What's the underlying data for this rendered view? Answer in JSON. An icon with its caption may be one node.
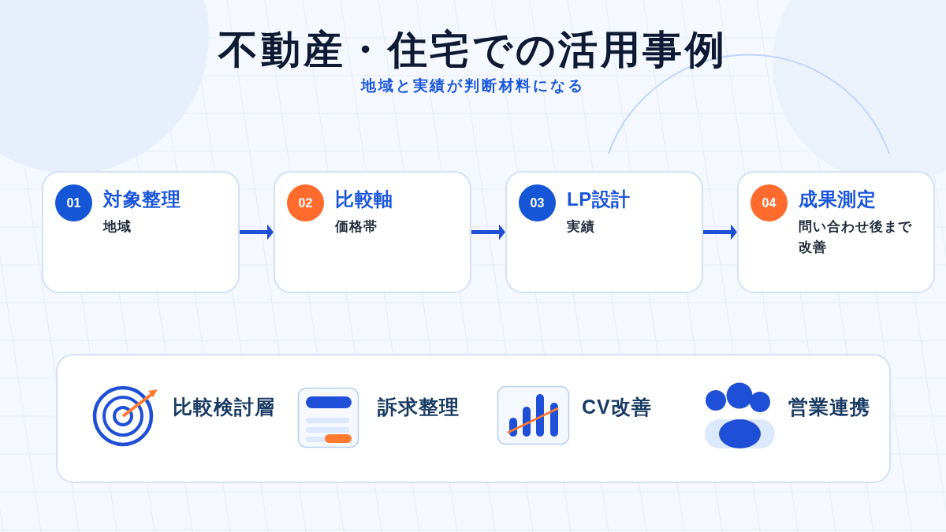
{
  "diagram": {
    "title": "不動産・住宅での活用事例",
    "nodes": [
      {
        "text": [
          "対象整理",
          "地域"
        ]
      },
      {
        "text": [
          "01"
        ],
        "in": 0
      },
      {
        "text": [
          "比較軸",
          "価格帯"
        ]
      },
      {
        "text": [
          "02"
        ],
        "in": 2
      },
      {
        "text": [
          "LP設計",
          "実績"
        ]
      },
      {
        "text": [
          "03"
        ],
        "in": 4
      },
      {
        "text": [
          "成果測定",
          "問い合わせ後まで改善"
        ]
      },
      {
        "text": [
          "04"
        ],
        "in": 6
      },
      {
        "text": [
          "比較検討層",
          "訴求整理",
          "CV改善",
          "営業連携"
        ]
      }
    ],
    "edges": [
      {
        "from": 0,
        "to": 2,
        "arrow": "to"
      },
      {
        "from": 2,
        "to": 4,
        "arrow": "to"
      },
      {
        "from": 4,
        "to": 6,
        "arrow": "to"
      }
    ],
    "labels": [
      "地域と実績が判断材料になる"
    ]
  }
}
